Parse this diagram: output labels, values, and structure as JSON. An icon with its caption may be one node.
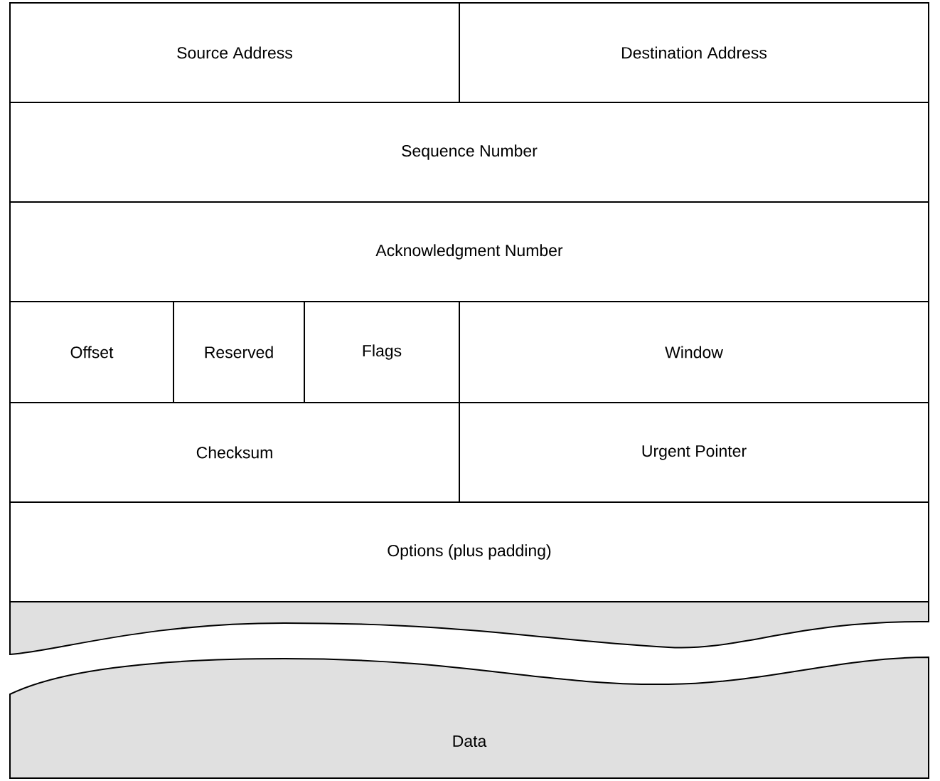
{
  "diagram": {
    "nodes": [
      {
        "text": [
          "Source Address"
        ]
      },
      {
        "text": [
          "Destination Address"
        ]
      },
      {
        "text": [
          "Sequence Number"
        ]
      },
      {
        "text": [
          "Acknowledgment Number"
        ]
      },
      {
        "text": [
          "Offset"
        ]
      },
      {
        "text": [
          "Reserved"
        ]
      },
      {
        "text": [
          "Flags"
        ]
      },
      {
        "text": [
          "Window"
        ]
      },
      {
        "text": [
          "Checksum"
        ]
      },
      {
        "text": [
          "Urgent Pointer"
        ]
      },
      {
        "text": [
          "Options (plus padding)"
        ]
      },
      {
        "text": [
          "Data"
        ]
      }
    ]
  }
}
